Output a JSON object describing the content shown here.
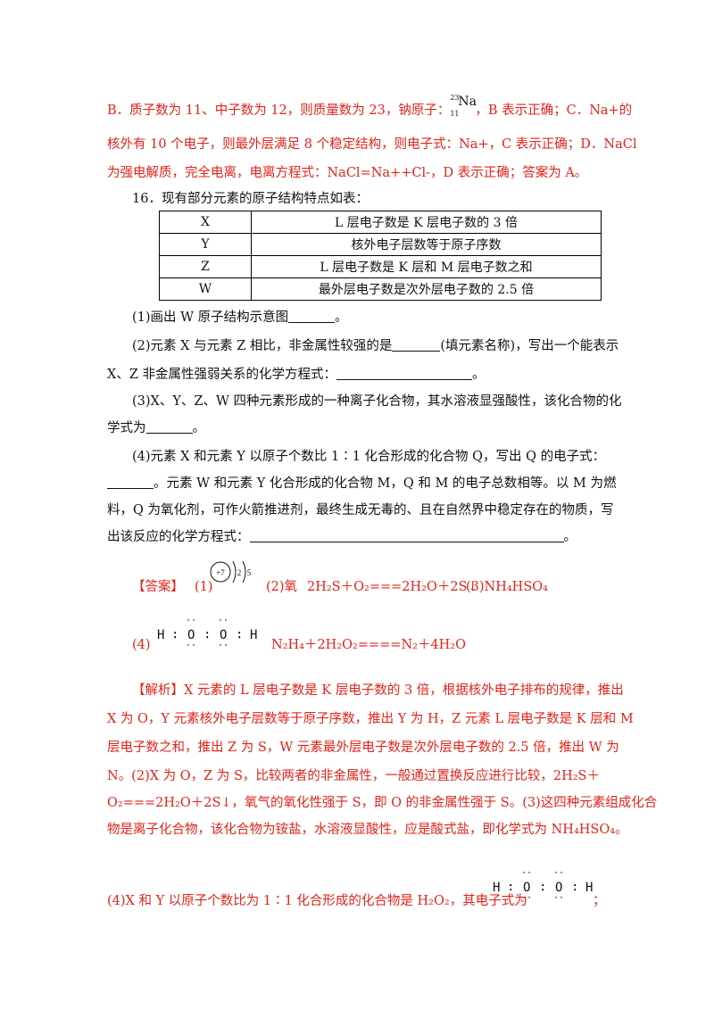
{
  "para_b": {
    "line1_a": "B．质子数为 11、中子数为 12，则质量数为 23，钠原子：",
    "nuclide": {
      "mass": "23",
      "atomic": "11",
      "symbol": "Na"
    },
    "line1_b": "，B 表示正确；C．Na+的",
    "line2": "核外有 10 个电子，则最外层满足 8 个稳定结构，则电子式：Na+，C 表示正确；D．NaCl",
    "line3": "为强电解质，完全电离，电离方程式：NaCl=Na++Cl-，D 表示正确；答案为 A。"
  },
  "q16": {
    "intro": "16．现有部分元素的原子结构特点如表：",
    "table": [
      {
        "element": "X",
        "feature": "L 层电子数是 K 层电子数的 3 倍"
      },
      {
        "element": "Y",
        "feature": "核外电子层数等于原子序数"
      },
      {
        "element": "Z",
        "feature": "L 层电子数是 K 层和 M 层电子数之和"
      },
      {
        "element": "W",
        "feature": "最外层电子数是次外层电子数的 2.5 倍"
      }
    ],
    "p1": "(1)画出 W 原子结构示意图",
    "p1_end": "。",
    "p2_a": "(2)元素 X 与元素 Z 相比，非金属性较强的是",
    "p2_b": "(填元素名称)，写出一个能表示",
    "p2_c": "X、Z 非金属性强弱关系的化学方程式：",
    "p2_end": "。",
    "p3_a": "(3)X、Y、Z、W 四种元素形成的一种离子化合物，其水溶液显强酸性，该化合物的化",
    "p3_b": "学式为",
    "p3_end": "。",
    "p4_a": "(4)元素 X 和元素 Y 以原子个数比 1∶1 化合形成的化合物 Q，写出 Q 的电子式：",
    "p4_b": "。元素 W 和元素 Y 化合形成的化合物 M，Q 和 M 的电子总数相等。以 M 为燃",
    "p4_c": "料，Q 为氧化剂，可作火箭推进剂，最终生成无毒的、且在自然界中稳定存在的物质，写",
    "p4_d": "出该反应的化学方程式：",
    "p4_end": "。"
  },
  "answer": {
    "label": "【答案】",
    "a1": "(1)",
    "atom_diagram": {
      "nucleus": "+7",
      "shell1": "2",
      "shell2": "5"
    },
    "a2_prefix": "(2)氧",
    "a2_eq": "2H₂S＋O₂===2H₂O＋2S↓",
    "a3": "(3)NH₄HSO₄",
    "a4": "(4)",
    "electron_formula": {
      "h1": "H",
      "o1": "O",
      "o2": "O",
      "h2": "H",
      "sep": "∶",
      "dots": "··"
    },
    "a4_eq": "N₂H₄＋2H₂O₂====N₂＋4H₂O"
  },
  "analysis": {
    "label": "【解析】",
    "l1": "X 元素的 L 层电子数是 K 层电子数的 3 倍，根据核外电子排布的规律，推出",
    "l2": "X 为 O，Y 元素核外电子层数等于原子序数，推出 Y 为 H，Z 元素 L 层电子数是 K 层和 M",
    "l3": "层电子数之和，推出 Z 为 S，W 元素最外层电子数是次外层电子数的 2.5 倍，推出 W 为",
    "l4": "N。(2)X 为 O，Z 为 S，比较两者的非金属性，一般通过置换反应进行比较，2H₂S＋",
    "l5": "O₂===2H₂O＋2S↓，氧气的氧化性强于 S，即 O 的非金属性强于 S。(3)这四种元素组成化合",
    "l6": "物是离子化合物，该化合物为铵盐，水溶液显酸性，应是酸式盐，即化学式为 NH₄HSO₄。",
    "l7": "(4)X 和 Y 以原子个数比为 1∶1 化合形成的化合物是 H₂O₂，其电子式为",
    "l7_end": "；"
  }
}
